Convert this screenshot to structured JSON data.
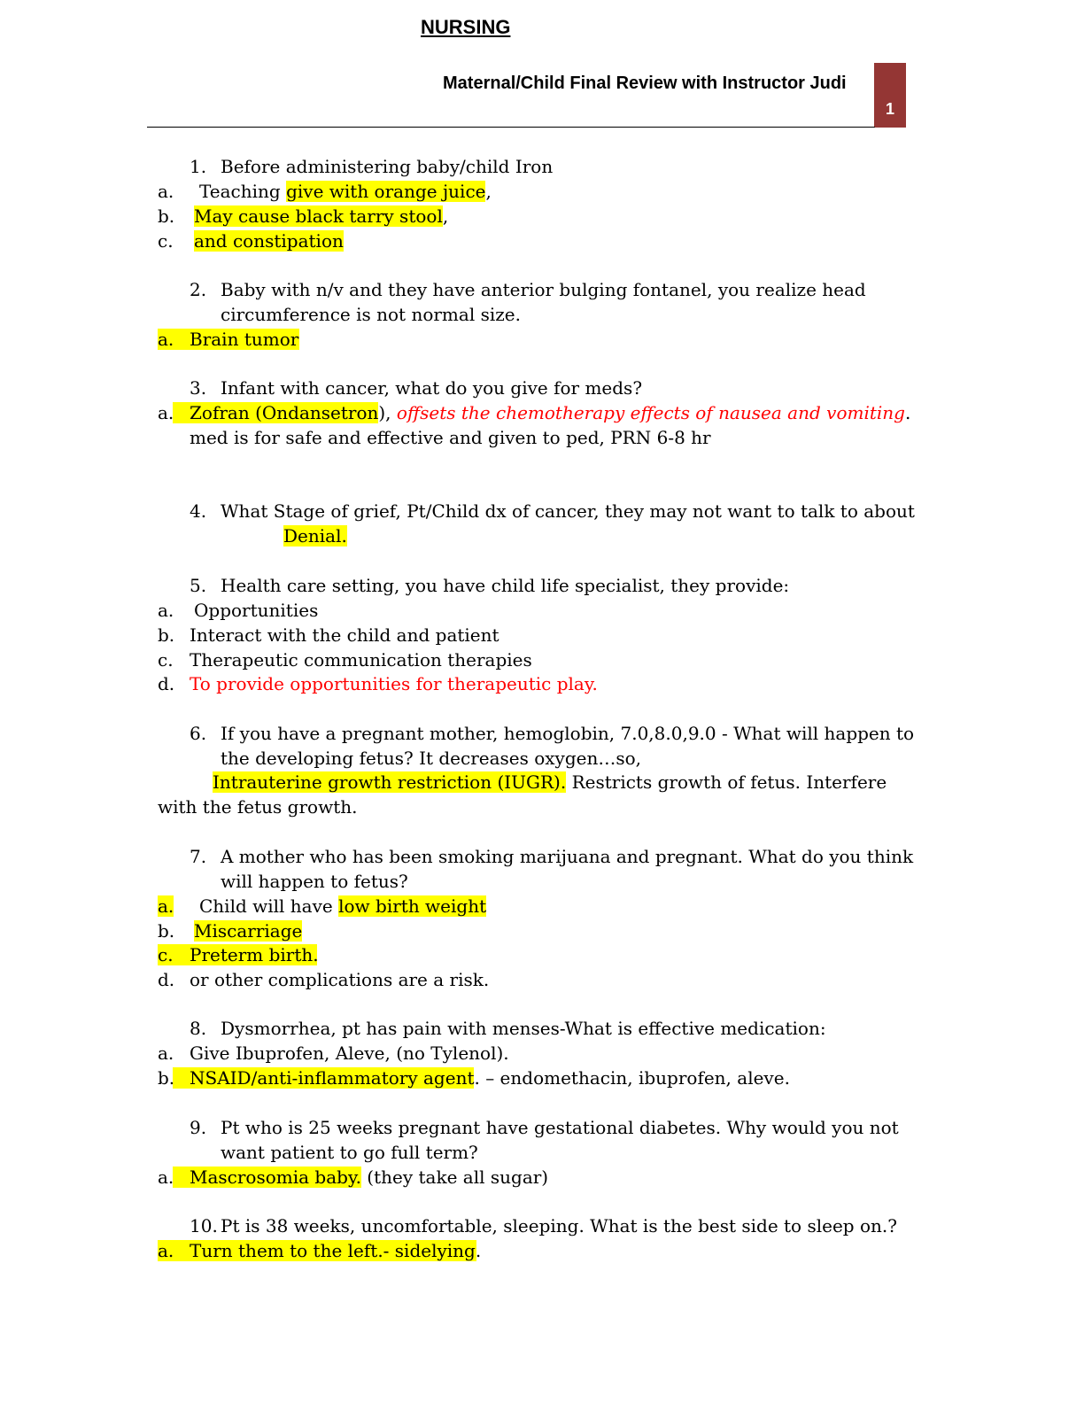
{
  "header": {
    "top_title": "NURSING",
    "doc_title": "Maternal/Child Final Review with Instructor Judi",
    "page_number": "1"
  },
  "colors": {
    "highlight": "#ffff00",
    "accent_box": "#943634",
    "red_text": "#ff0000"
  },
  "q1": {
    "num": "1.",
    "text": "Before administering baby/child Iron",
    "a_mark": "a.",
    "a_pre": "Teaching ",
    "a_hl": "give with orange juice",
    "a_post": ",",
    "b_mark": "b.",
    "b_hl": "May cause black tarry stool",
    "b_post": ",",
    "c_mark": "c.",
    "c_hl": "and constipation"
  },
  "q2": {
    "num": "2.",
    "line1": "Baby with n/v and they have  anterior bulging fontanel, you realize head",
    "line2": "circumference is  not normal size.",
    "a_mark": "a.",
    "a_text": "Brain tumor"
  },
  "q3": {
    "num": "3.",
    "text": "Infant with cancer, what do you give for meds?",
    "a_mark": "a.",
    "a_hl": "Zofran (Ondansetron",
    "a_close": "), ",
    "a_red": "offsets the chemotherapy effects of nausea and vomiting",
    "a_end": ".",
    "a_line2": "med is for safe and effective and given to ped, PRN 6-8 hr"
  },
  "q4": {
    "num": "4.",
    "text": "What Stage of grief, Pt/Child dx of cancer, they may not want to talk to about",
    "answer": "Denial."
  },
  "q5": {
    "num": "5.",
    "text": "Health care setting, you have child life specialist, they provide:",
    "a_mark": "a.",
    "a_text": "Opportunities",
    "b_mark": "b.",
    "b_text": "Interact with the child and patient",
    "c_mark": "c.",
    "c_text": "Therapeutic communication therapies",
    "d_mark": "d.",
    "d_text": "To provide opportunities for therapeutic play."
  },
  "q6": {
    "num": "6.",
    "line1": "If you have a pregnant mother, hemoglobin, 7.0,8.0,9.0 - What will happen to",
    "line2": "the developing fetus?   It decreases oxygen…so,",
    "ans_hl": "Intrauterine growth restriction (IUGR).",
    "ans_post": "  Restricts growth of fetus. Interfere",
    "line4": "with the fetus growth."
  },
  "q7": {
    "num": "7.",
    "line1": "A mother who has been smoking marijuana and pregnant.  What do you think",
    "line2": "will happen to fetus?",
    "a_mark": "a.",
    "a_pre": "Child will have ",
    "a_hl": "low birth weight",
    "b_mark": "b.",
    "b_hl": "Miscarriage",
    "c_mark": "c.",
    "c_text": "Preterm birth.",
    "d_mark": "d.",
    "d_text": "or other complications are a risk."
  },
  "q8": {
    "num": "8.",
    "text": "Dysmorrhea, pt has pain with menses-What is effective medication:",
    "a_mark": "a.",
    "a_text": "Give Ibuprofen, Aleve, (no Tylenol).",
    "b_mark": "b.",
    "b_hl": "NSAID/anti-inflammatory agent",
    "b_post": ". – endomethacin, ibuprofen, aleve."
  },
  "q9": {
    "num": "9.",
    "line1": "Pt who is 25 weeks pregnant have gestational diabetes. Why would you not",
    "line2": "want patient to go full term?",
    "a_mark": "a.",
    "a_hl": "Mascrosomia baby.",
    "a_post": "  (they take all sugar)"
  },
  "q10": {
    "num": "10.",
    "text": "Pt is 38 weeks, uncomfortable, sleeping. What is the best side to sleep on.?",
    "a_mark": "a.",
    "a_text": "Turn them to the left.- sidelying."
  }
}
